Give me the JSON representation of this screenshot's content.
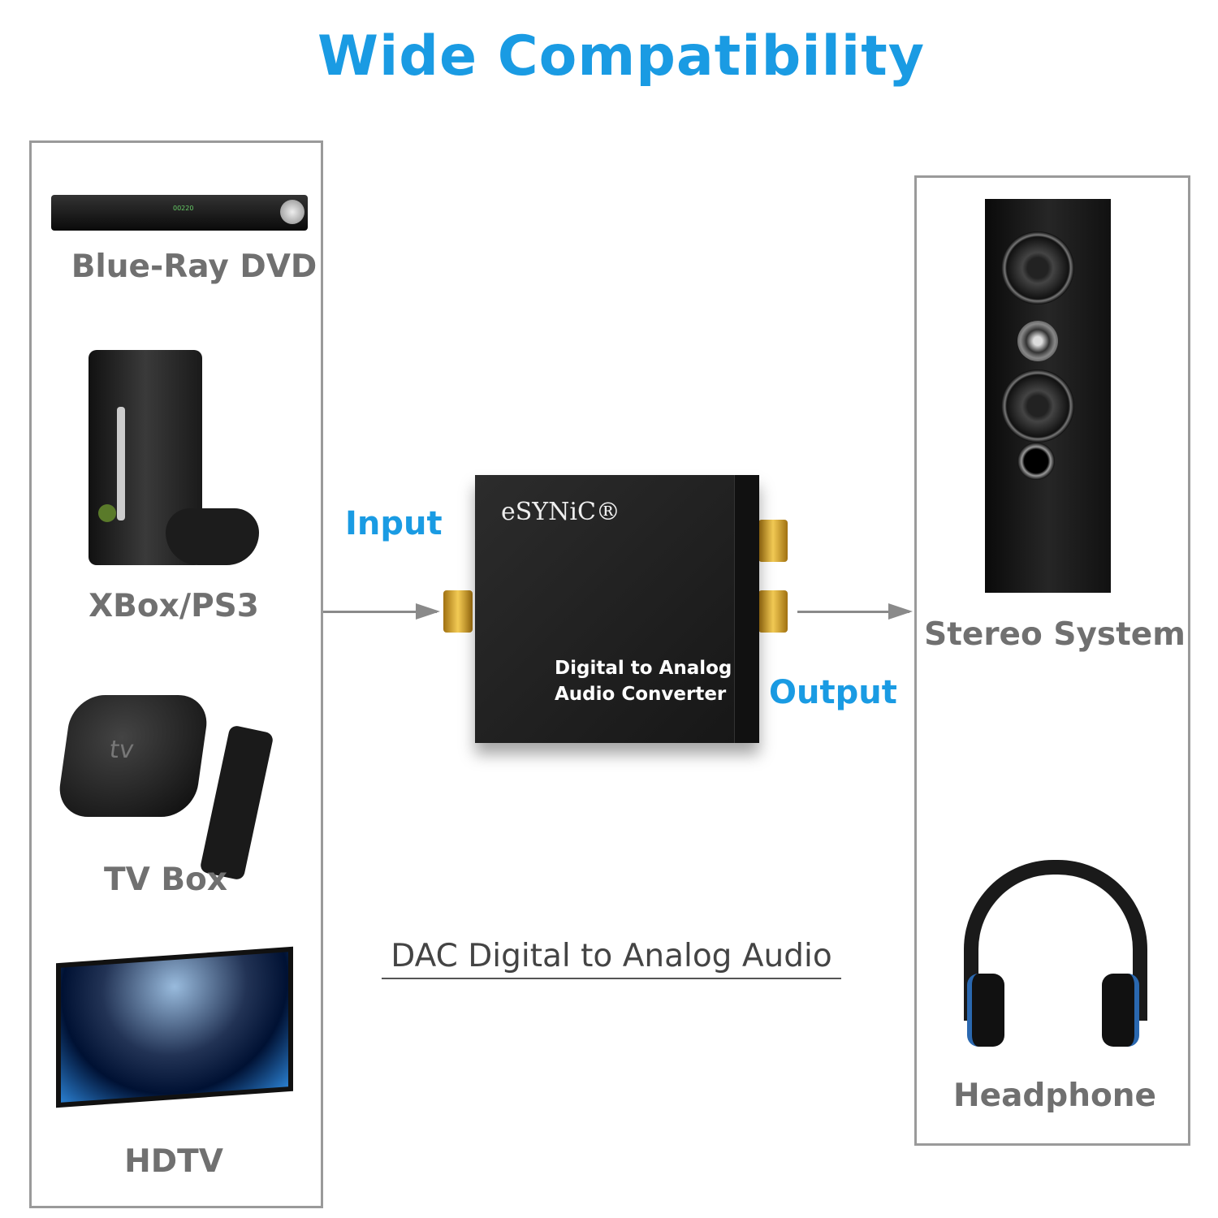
{
  "title": "Wide Compatibility",
  "sources": [
    {
      "label": "Blue-Ray DVD",
      "icon": "dvd-player-icon"
    },
    {
      "label": "XBox/PS3",
      "icon": "game-console-icon"
    },
    {
      "label": "TV Box",
      "icon": "tv-box-icon"
    },
    {
      "label": "HDTV",
      "icon": "hdtv-icon"
    }
  ],
  "outputs": [
    {
      "label": "Stereo System",
      "icon": "speaker-icon"
    },
    {
      "label": "Headphone",
      "icon": "headphone-icon"
    }
  ],
  "converter": {
    "brand": "eSYNiC®",
    "line1": "Digital to Analog",
    "line2": "Audio Converter"
  },
  "input_label": "Input",
  "output_label": "Output",
  "caption": "DAC Digital to Analog Audio",
  "colors": {
    "accent": "#1a9be3",
    "label": "#707070",
    "border": "#9a9a9a"
  }
}
